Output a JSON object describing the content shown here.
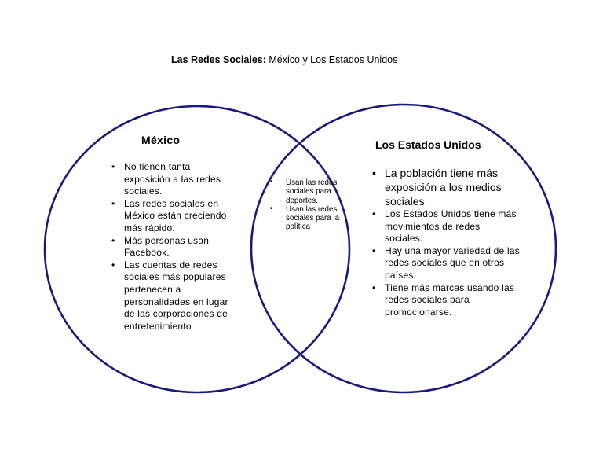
{
  "title": {
    "bold": "Las Redes Sociales:",
    "rest": "México y Los Estados Unidos"
  },
  "colors": {
    "circle_stroke": "#1a1a7a"
  },
  "mexico": {
    "heading": "México",
    "items": [
      "No tienen tanta exposición a las redes sociales.",
      "Las redes sociales en México están creciendo más rápido.",
      "Más personas usan Facebook.",
      "Las cuentas de redes sociales más populares pertenecen a personalidades en lugar de las corporaciones de entretenimiento"
    ]
  },
  "both": {
    "items": [
      "Usan las redes sociales para deportes.",
      "Usan las redes sociales para la política"
    ]
  },
  "usa": {
    "heading": "Los Estados Unidos",
    "items": [
      "La población tiene más exposición a los medios sociales",
      "Los Estados Unidos tiene más movimientos de redes sociales.",
      "Hay una mayor  variedad de las redes sociales que en otros países.",
      "Tiene más marcas usando las redes sociales para promocionarse."
    ]
  }
}
